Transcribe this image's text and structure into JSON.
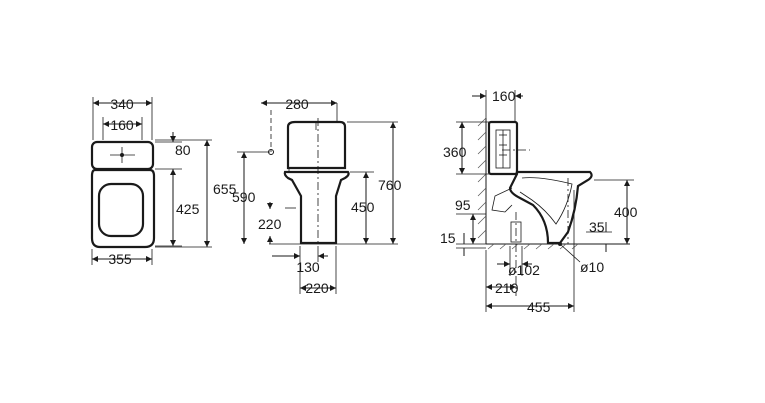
{
  "top_view": {
    "width_overall": "340",
    "width_cistern": "160",
    "depth_cistern": "80",
    "overall_length": "655",
    "bowl_length": "425",
    "width_base": "355"
  },
  "side_view": {
    "top_width": "280",
    "inlet_height": "590",
    "overall_height": "760",
    "seat_height": "450",
    "outlet_height": "220",
    "base_width": "130",
    "foot_width": "220"
  },
  "section_view": {
    "cistern_width": "160",
    "cistern_height": "360",
    "outlet_height": "95",
    "floor_offset": "15",
    "pan_height": "400",
    "outlet_offset": "35",
    "pipe_diameter": "ø102",
    "fixing_diameter": "ø10",
    "wall_to_outlet": "210",
    "wall_to_front": "455"
  }
}
